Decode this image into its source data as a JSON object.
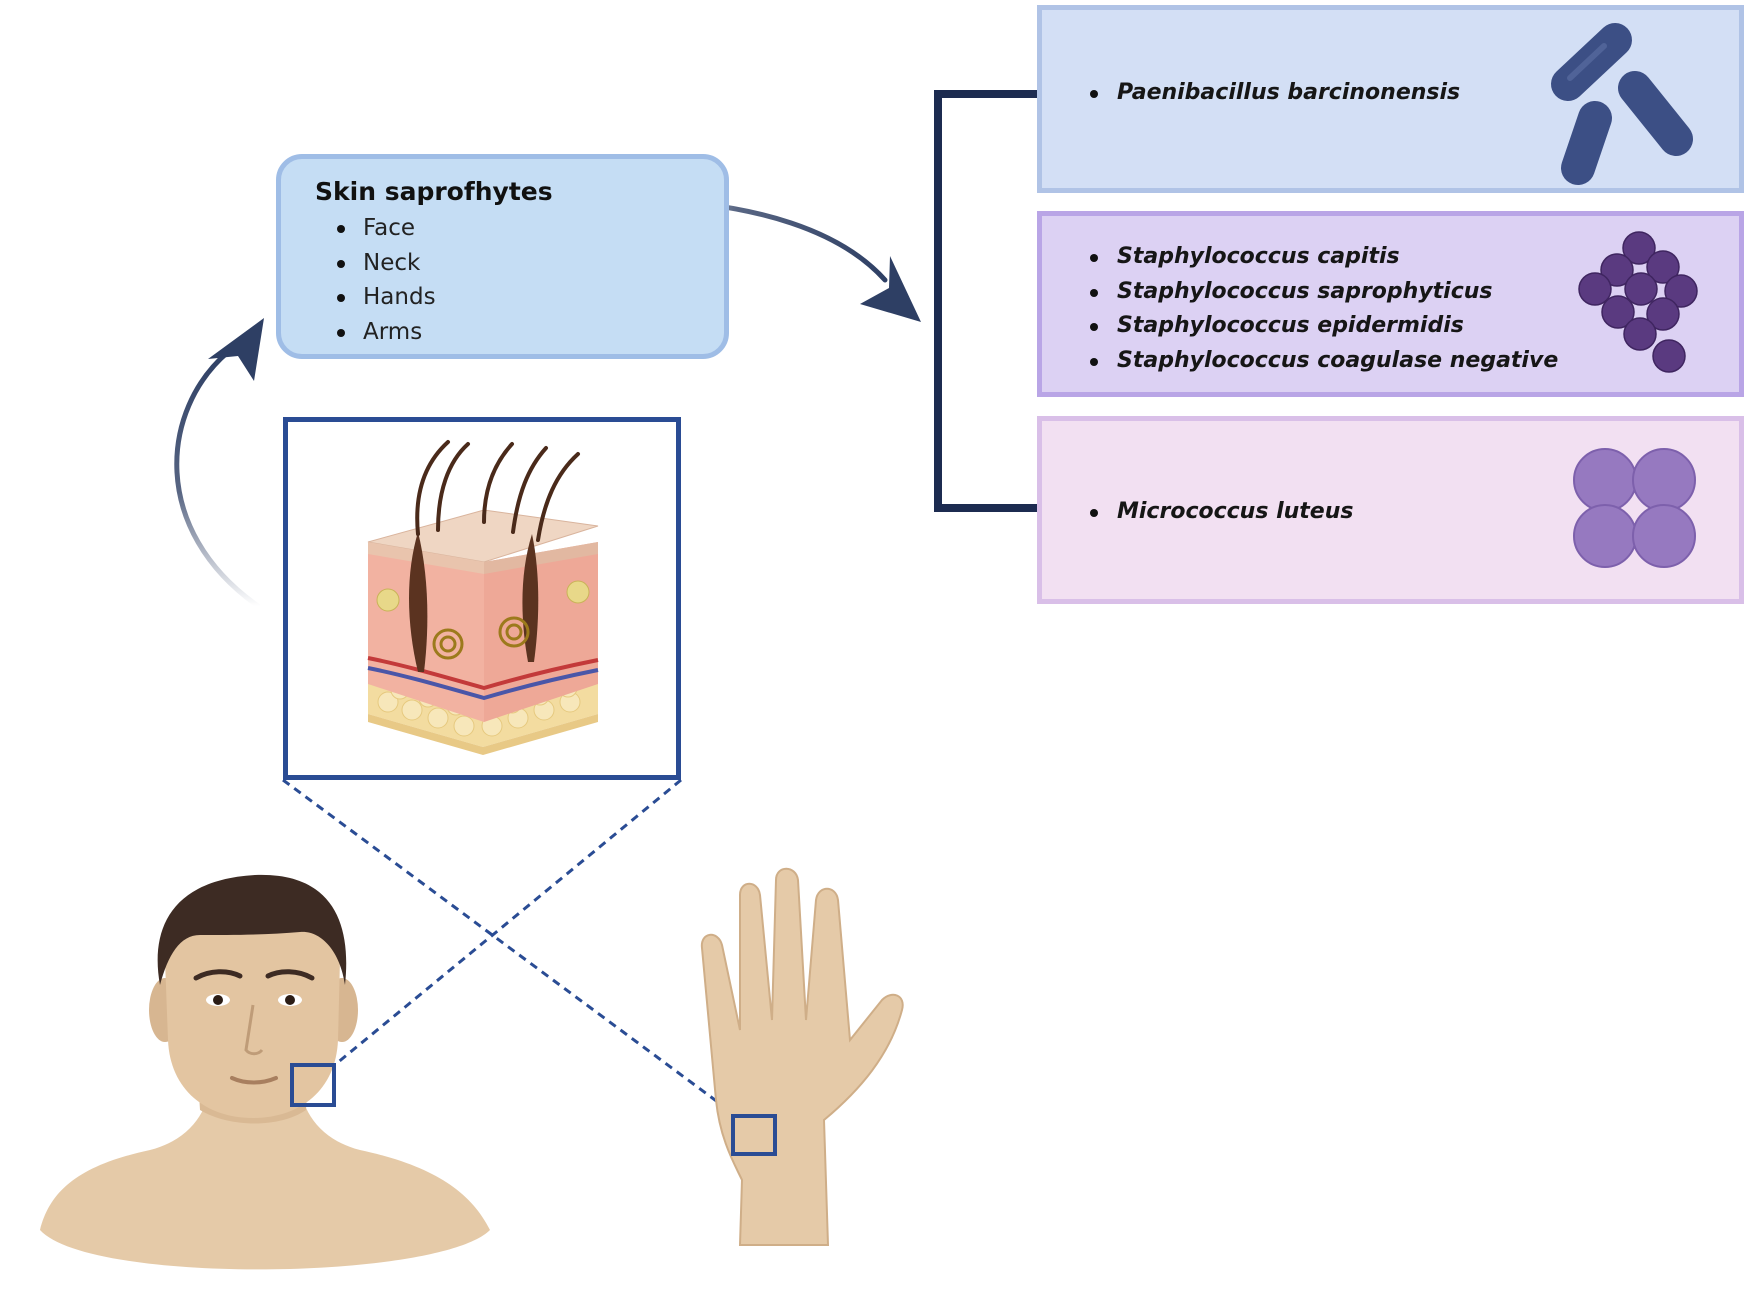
{
  "saprophytes": {
    "title": "Skin saprofhytes",
    "sites": [
      "Face",
      "Neck",
      "Hands",
      "Arms"
    ]
  },
  "bacteria_groups": [
    {
      "species": [
        "Paenibacillus barcinonensis"
      ],
      "icon": "rod-bacteria-icon",
      "color": "#3c4f85"
    },
    {
      "species": [
        "Staphylococcus capitis",
        "Staphylococcus saprophyticus",
        "Staphylococcus epidermidis",
        "Staphylococcus coagulase negative"
      ],
      "icon": "coccus-cluster-icon",
      "color": "#5a3a80"
    },
    {
      "species": [
        "Micrococcus luteus"
      ],
      "icon": "tetrad-coccus-icon",
      "color": "#9679c0"
    }
  ],
  "colors": {
    "sapro_box": "#c5ddf4",
    "arrow": "#2e3f64",
    "bracket": "#1c2b50",
    "zoom_frame": "#2a4c94"
  }
}
